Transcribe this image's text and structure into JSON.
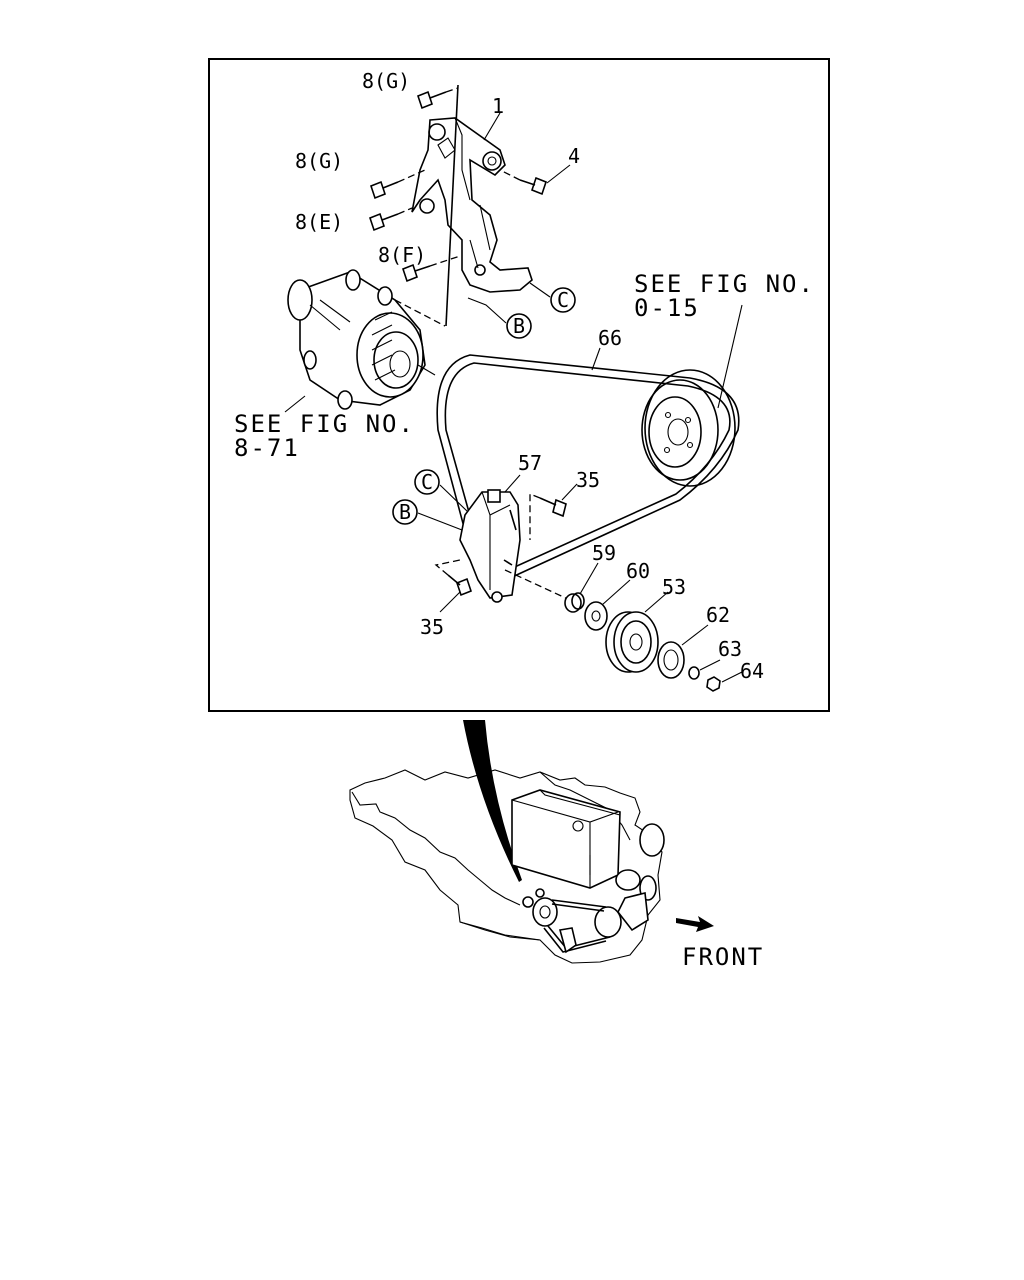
{
  "diagram": {
    "part_labels": {
      "bolt_8g_top": "8(G)",
      "bracket_1": "1",
      "bolt_4": "4",
      "bolt_8g_mid": "8(G)",
      "bolt_8e": "8(E)",
      "bolt_8f": "8(F)",
      "ref_c_upper": "C",
      "ref_b_upper": "B",
      "belt_66": "66",
      "bracket_57": "57",
      "bolt_35_upper": "35",
      "ref_c_lower": "C",
      "ref_b_lower": "B",
      "bolt_35_lower": "35",
      "spacer_59": "59",
      "washer_60": "60",
      "pulley_53": "53",
      "washer_62": "62",
      "washer_63": "63",
      "nut_64": "64"
    },
    "references": {
      "fig_0_15_line1": "SEE FIG NO.",
      "fig_0_15_line2": "0-15",
      "fig_8_71_line1": "SEE FIG NO.",
      "fig_8_71_line2": "8-71"
    },
    "orientation": {
      "front_label": "FRONT"
    }
  }
}
